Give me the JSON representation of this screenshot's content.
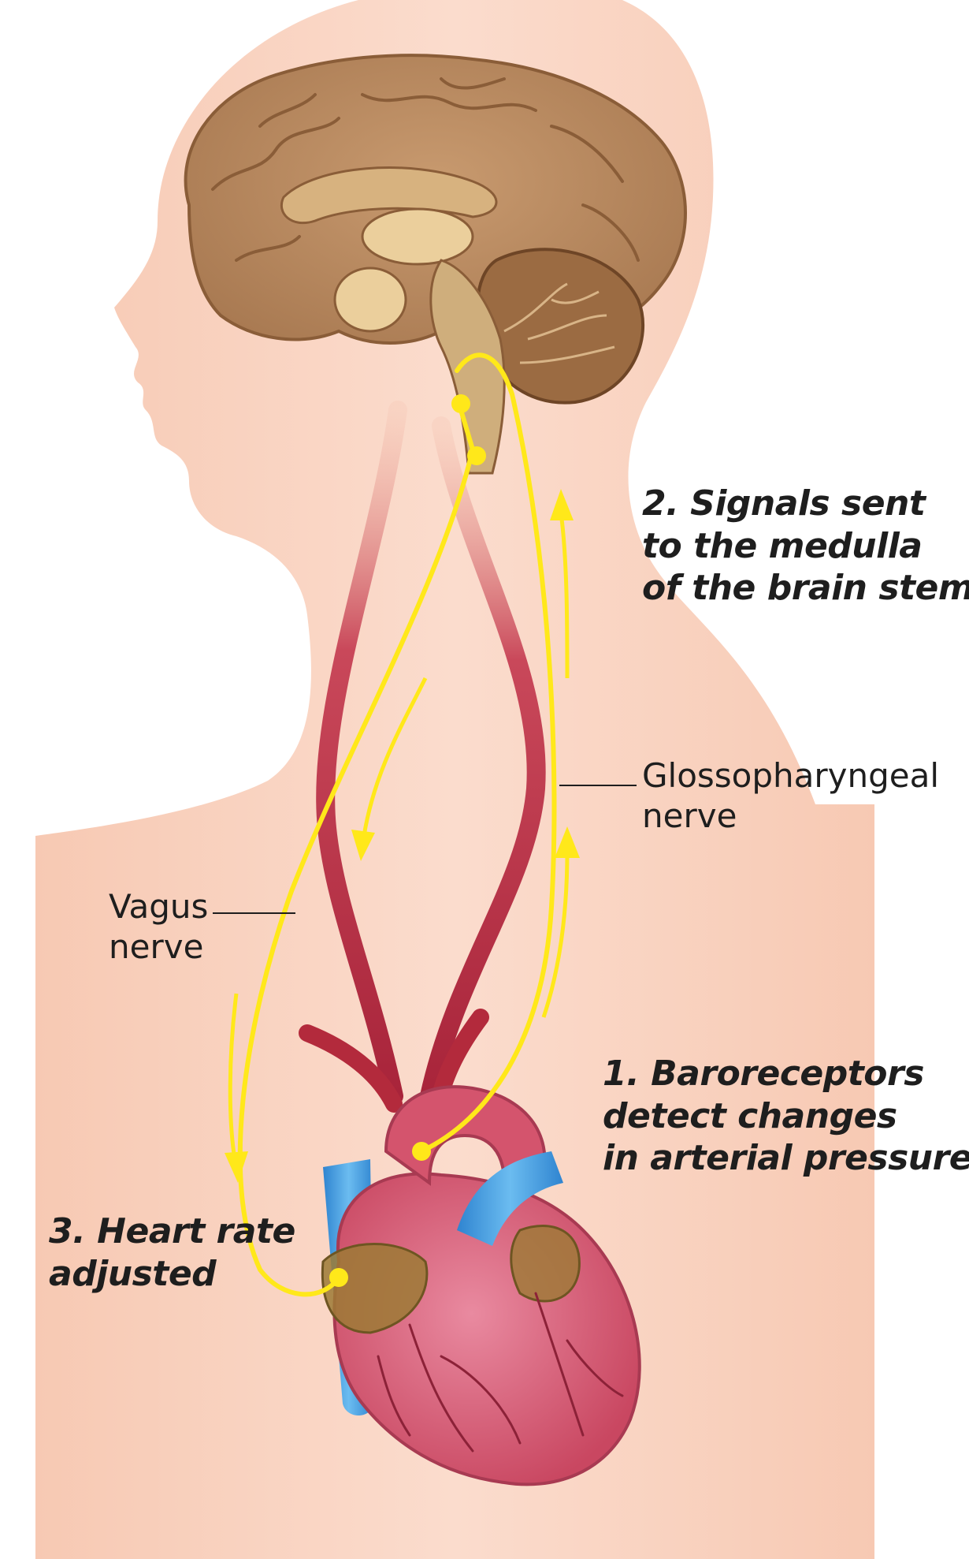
{
  "labels": {
    "step2": [
      "2. Signals sent",
      "to the medulla",
      "of the brain stem"
    ],
    "glossopharyngeal": [
      "Glossopharyngeal",
      "nerve"
    ],
    "vagus": [
      "Vagus",
      "nerve"
    ],
    "step1": [
      "1. Baroreceptors",
      "detect changes",
      "in arterial pressure"
    ],
    "step3": [
      "3. Heart rate",
      "adjusted"
    ]
  },
  "colors": {
    "skin": "#f9d1bd",
    "skin_light": "#fbe2d6",
    "brain": "#b9865b",
    "nerve": "#ffe81a",
    "artery": "#b32a3c",
    "heart": "#d9576e",
    "vein": "#3f9be0",
    "text": "#1e1e1e"
  },
  "icons": [
    "brain-icon",
    "heart-icon",
    "arrow-up-icon",
    "arrow-down-icon"
  ]
}
